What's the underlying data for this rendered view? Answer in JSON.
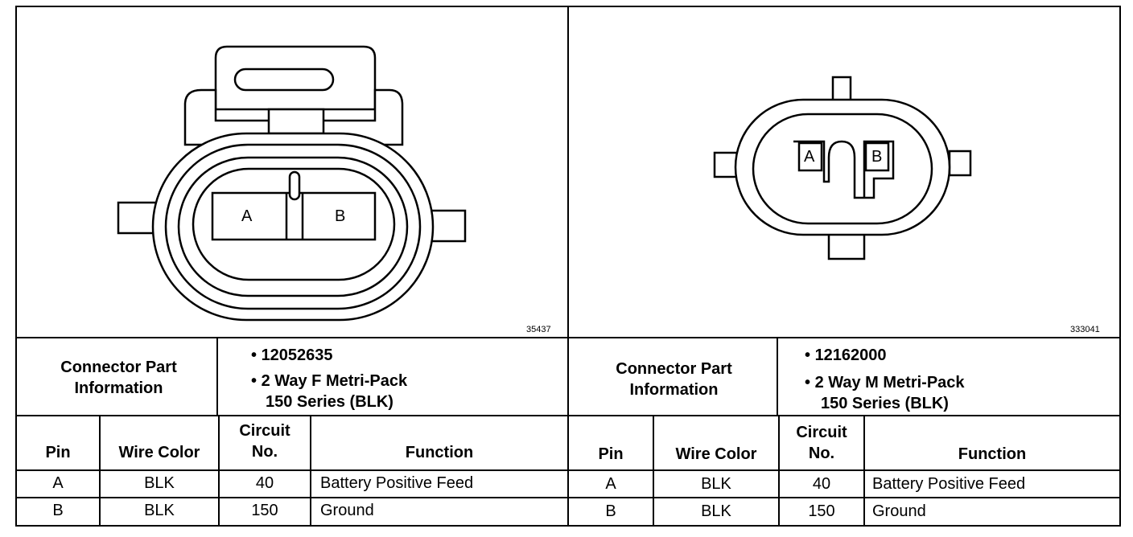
{
  "left": {
    "figure_number": "35437",
    "pin_a": "A",
    "pin_b": "B",
    "info_header": "Connector Part Information",
    "part_number": "12052635",
    "description_line1": "2 Way F Metri-Pack",
    "description_line2": "150 Series (BLK)",
    "columns": {
      "pin": "Pin",
      "wire_color": "Wire Color",
      "circuit_line1": "Circuit",
      "circuit_line2": "No.",
      "function": "Function"
    },
    "rows": [
      {
        "pin": "A",
        "wire_color": "BLK",
        "circuit": "40",
        "function": "Battery Positive Feed"
      },
      {
        "pin": "B",
        "wire_color": "BLK",
        "circuit": "150",
        "function": "Ground"
      }
    ]
  },
  "right": {
    "figure_number": "333041",
    "pin_a": "A",
    "pin_b": "B",
    "info_header": "Connector Part Information",
    "part_number": "12162000",
    "description_line1": "2 Way M Metri-Pack",
    "description_line2": "150 Series (BLK)",
    "columns": {
      "pin": "Pin",
      "wire_color": "Wire Color",
      "circuit_line1": "Circuit",
      "circuit_line2": "No.",
      "function": "Function"
    },
    "rows": [
      {
        "pin": "A",
        "wire_color": "BLK",
        "circuit": "40",
        "function": "Battery Positive Feed"
      },
      {
        "pin": "B",
        "wire_color": "BLK",
        "circuit": "150",
        "function": "Ground"
      }
    ]
  }
}
